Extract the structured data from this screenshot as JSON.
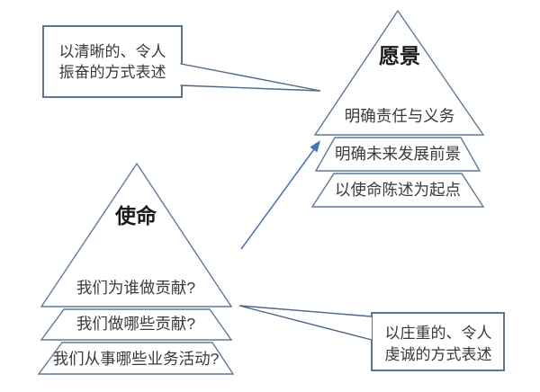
{
  "colors": {
    "shape_border": "#5b79a6",
    "callout_border": "#4a6590",
    "arrow": "#4472c4",
    "title_text": "#1c1c1c",
    "body_text": "#3a3a3a",
    "background": "#ffffff"
  },
  "vision_pyramid": {
    "title": "愿景",
    "level1": "明确责任与义务",
    "level2": "明确未来发展前景",
    "level3": "以使命陈述为起点"
  },
  "mission_pyramid": {
    "title": "使命",
    "level1": "我们为谁做贡献?",
    "level2": "我们做哪些贡献?",
    "level3": "我们从事哪些业务活动?"
  },
  "callouts": {
    "vision_note": {
      "line1": "以清晰的、令人",
      "line2": "振奋的方式表述"
    },
    "mission_note": {
      "line1": "以庄重的、令人",
      "line2": "虔诚的方式表述"
    }
  }
}
